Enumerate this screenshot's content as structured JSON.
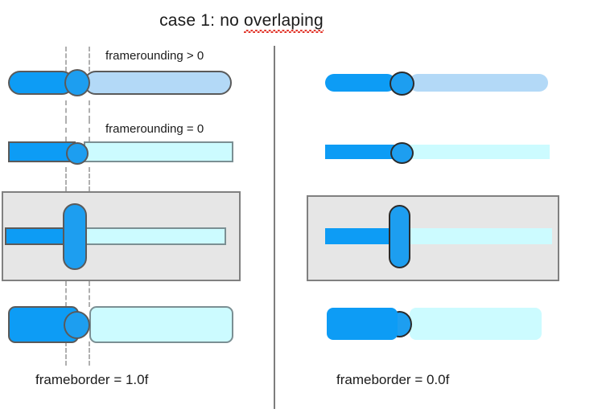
{
  "page": {
    "title_prefix": "case 1: no ",
    "title_misspelled_word": "overlaping",
    "background": "#ffffff"
  },
  "colors": {
    "fill_blue": "#0d9cf5",
    "knob_blue": "#1d9ef0",
    "track_light_blue": "#b3d9f7",
    "track_pale_cyan": "#ccfbff",
    "panel_gray": "#e6e6e6",
    "border_gray": "#5a5a5a",
    "panel_border": "#808080",
    "divider_gray": "#7d7d7d",
    "guide_gray": "#b0b0b0",
    "spellcheck_red": "#e2352a",
    "text": "#1b1b1b"
  },
  "annotations": {
    "framerounding_gt_zero": "framerounding > 0",
    "framerounding_zero": "framerounding = 0"
  },
  "columns": [
    {
      "id": "left",
      "caption": "frameborder = 1.0f",
      "frameborder": "1.0f",
      "has_borders": true
    },
    {
      "id": "right",
      "caption": "frameborder = 0.0f",
      "frameborder": "0.0f",
      "has_borders": false
    }
  ],
  "sliders": [
    {
      "id": "row1",
      "variant": "rounded-track",
      "rounding": "framerounding > 0",
      "knob_shape": "circle",
      "in_panel": false,
      "track_color": "#b3d9f7",
      "fill_color": "#0d9cf5"
    },
    {
      "id": "row2",
      "variant": "square-track",
      "rounding": "framerounding = 0",
      "knob_shape": "circle",
      "in_panel": false,
      "track_color": "#ccfbff",
      "fill_color": "#0d9cf5"
    },
    {
      "id": "row3",
      "variant": "thin-track-in-panel",
      "rounding": "framerounding = 0",
      "knob_shape": "vertical-pill",
      "in_panel": true,
      "track_color": "#ccfbff",
      "fill_color": "#0d9cf5",
      "panel_color": "#e6e6e6"
    },
    {
      "id": "row4",
      "variant": "thick-rounded",
      "rounding": "framerounding > 0",
      "knob_shape": "ellipse",
      "in_panel": false,
      "track_color": "#ccfbff",
      "fill_color": "#0d9cf5"
    }
  ],
  "guides": {
    "count": 2,
    "x_positions": [
      81,
      110
    ],
    "style": "dashed-vertical"
  }
}
